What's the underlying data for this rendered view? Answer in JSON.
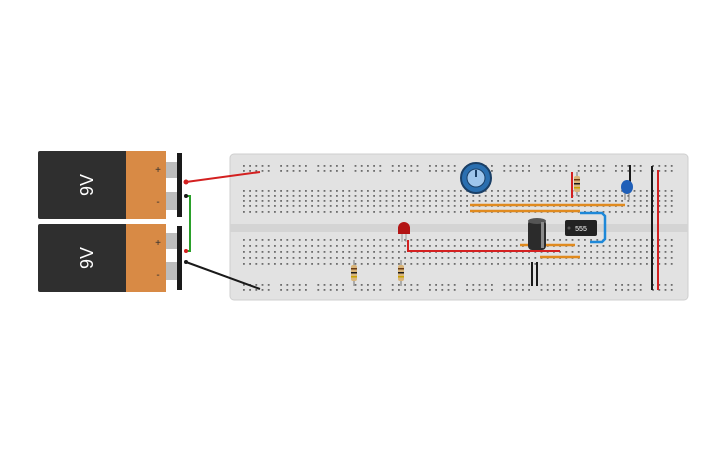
{
  "batteries": [
    {
      "label": "9V",
      "plus": "+",
      "minus": "-"
    },
    {
      "label": "9V",
      "plus": "+",
      "minus": "-"
    }
  ],
  "components": {
    "ic_label": "555"
  },
  "colors": {
    "board": "#e2e2e2",
    "battery_body": "#2f2f2f",
    "battery_band": "#d88a45",
    "wire_red": "#d32020",
    "wire_green": "#2aa02a",
    "wire_black": "#1a1a1a",
    "wire_orange": "#e08a1e",
    "wire_blue": "#1e88d8",
    "pot": "#2a6fb0",
    "ceramic_cap": "#1f5fb8",
    "led": "#b31515",
    "electrolytic_cap": "#2b2b2b",
    "ic": "#222222"
  },
  "icons": [
    "battery-icon",
    "potentiometer-icon",
    "led-icon",
    "resistor-icon",
    "capacitor-icon",
    "ic-chip-icon"
  ]
}
